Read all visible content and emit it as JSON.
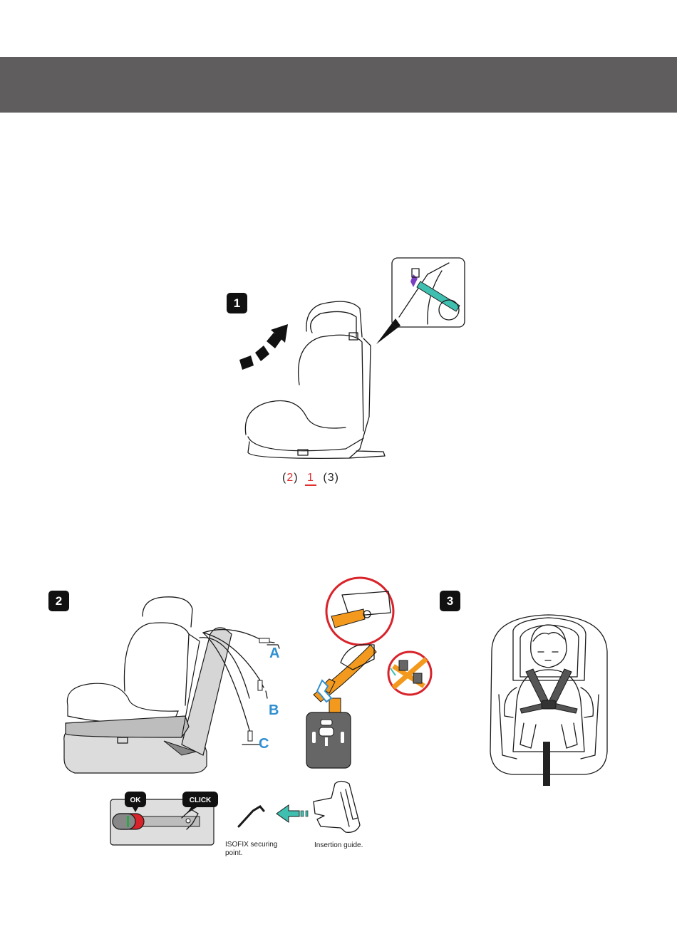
{
  "steps": {
    "one": "1",
    "two": "2",
    "three": "3"
  },
  "position_label": {
    "left": "2",
    "active": "1",
    "right": "3"
  },
  "anchor_labels": {
    "a": "A",
    "b": "B",
    "c": "C"
  },
  "tags": {
    "ok": "OK",
    "click": "CLICK"
  },
  "captions": {
    "isofix": "ISOFIX securing point.",
    "guide": "Insertion guide."
  },
  "colors": {
    "header": "#5f5d5e",
    "badge": "#111111",
    "accent_teal": "#3fbfb0",
    "accent_orange": "#f39a1e",
    "accent_red": "#d8232a",
    "accent_blue": "#2f8fd0",
    "ok_green": "#2ba84a"
  }
}
